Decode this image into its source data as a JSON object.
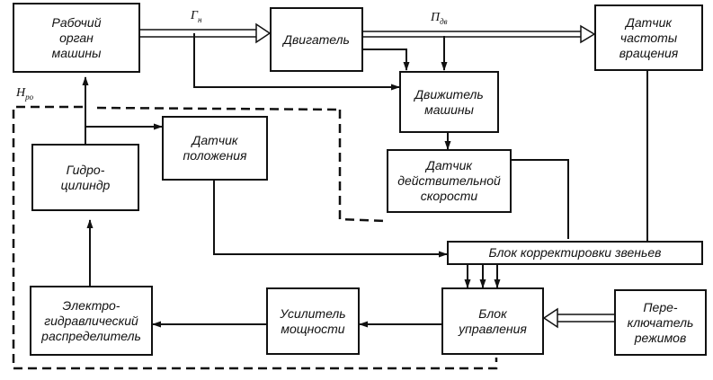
{
  "blocks": {
    "work_organ": "Рабочий\nорган\nмашины",
    "engine": "Двигатель",
    "rpm_sensor": "Датчик\nчастоты\nвращения",
    "propulsor": "Движитель\nмашины",
    "hydro_cylinder": "Гидро-\nцилиндр",
    "position_sensor": "Датчик\nположения",
    "speed_sensor": "Датчик\nдействительной\nскорости",
    "correction_block": "Блок корректировки звеньев",
    "electrohydraulic_distributor": "Электро-\nгидравлический\nраспределитель",
    "power_amplifier": "Усилитель\nмощности",
    "control_block": "Блок\nуправления",
    "mode_switch": "Пере-\nключатель\nрежимов"
  },
  "symbols": {
    "g_main": "Г",
    "g_sub": "н",
    "n_main": "П",
    "n_sub": "дв",
    "h_main": "Н",
    "h_sub": "ро"
  },
  "colors": {
    "ink": "#111111",
    "background": "#ffffff"
  }
}
